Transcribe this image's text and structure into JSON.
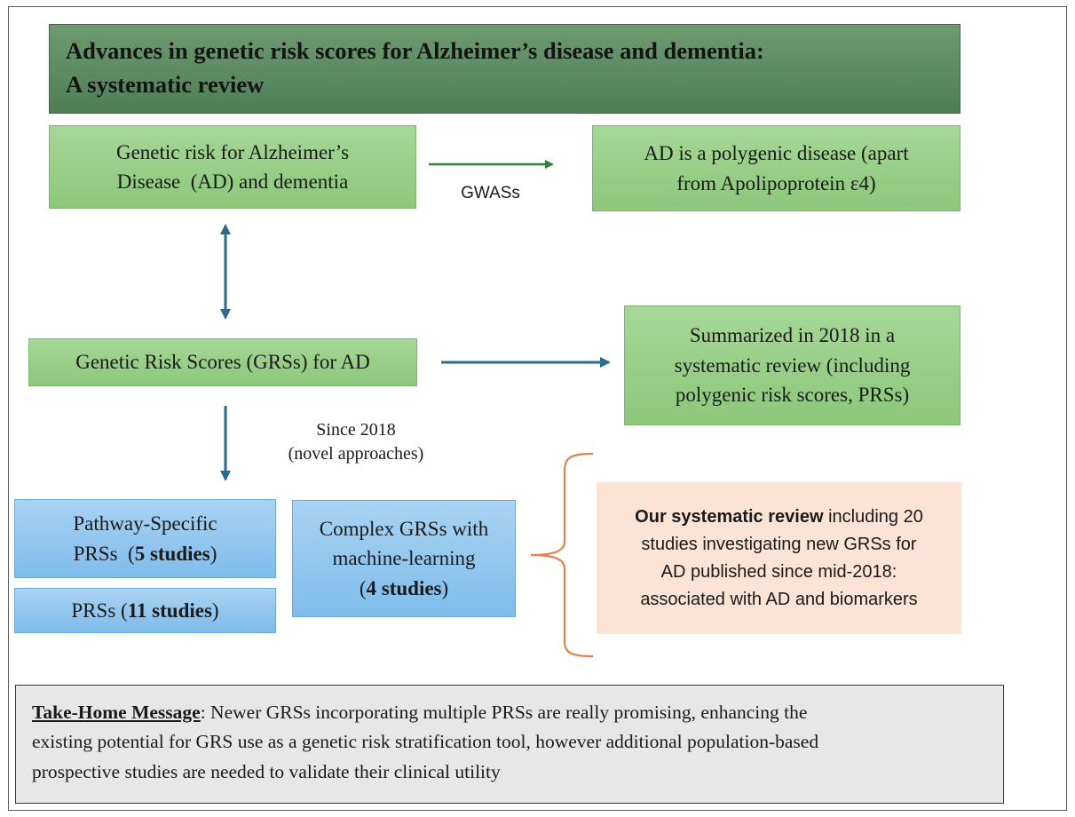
{
  "title": {
    "line1": "Advances in genetic risk scores for Alzheimer’s disease and dementia:",
    "line2": "A systematic review"
  },
  "boxes": {
    "genetic_risk": {
      "line1": "Genetic risk for Alzheimer’s",
      "line2": "Disease  (AD) and dementia"
    },
    "polygenic": {
      "line1": "AD is a polygenic disease (apart",
      "line2": "from Apolipoprotein ε4)"
    },
    "grs": {
      "text": "Genetic Risk Scores (GRSs) for AD"
    },
    "summarized": {
      "line1": "Summarized in 2018 in a",
      "line2": "systematic review (including",
      "line3": "polygenic risk scores, PRSs)"
    },
    "pathway": {
      "line1": "Pathway-Specific",
      "line2_prefix": "PRSs  (",
      "line2_bold": "5 studies",
      "line2_suffix": ")"
    },
    "prss": {
      "prefix": "PRSs (",
      "bold": "11 studies",
      "suffix": ")"
    },
    "complex": {
      "line1": "Complex GRSs with",
      "line2": "machine-learning",
      "line3_prefix": "(",
      "line3_bold": "4 studies",
      "line3_suffix": ")"
    }
  },
  "labels": {
    "gwas": "GWASs",
    "since_line1": "Since 2018",
    "since_line2": "(novel approaches)"
  },
  "review": {
    "bold": "Our systematic review",
    "line1_rest": " including 20",
    "line2": "studies investigating new GRSs for",
    "line3": "AD published since mid-2018:",
    "line4": "associated with AD and biomarkers"
  },
  "takehome": {
    "heading": "Take-Home Message",
    "line1_rest": ": Newer GRSs incorporating multiple PRSs are really promising, enhancing the",
    "line2": "existing potential for GRS use as a genetic risk stratification tool, however additional population-based",
    "line3": "prospective studies are needed to validate their clinical utility"
  },
  "colors": {
    "title_green": "#5e8c62",
    "box_green": "#98cf87",
    "box_blue": "#8cc5ef",
    "review_peach": "#fbe3d5",
    "arrow_green": "#2f7d3a",
    "arrow_blue": "#2b6a8a",
    "brace_orange": "#e0824f",
    "takehome_gray": "#e7e7e7"
  }
}
